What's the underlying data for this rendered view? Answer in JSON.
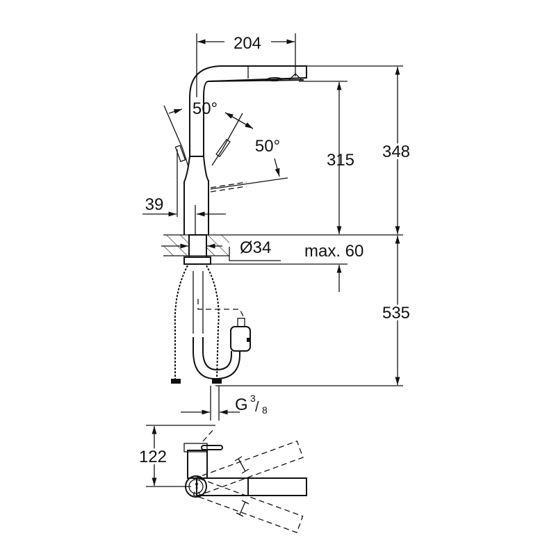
{
  "drawing": {
    "side_view": {
      "spout_reach": "204",
      "lever_angle_left": "50°",
      "lever_angle_right": "50°",
      "spout_height": "315",
      "overall_height": "348",
      "lever_offset": "39",
      "hole_diameter": "Ø34",
      "countertop_thickness": "max. 60",
      "below_counter_length": "535",
      "connection_thread": "G",
      "connection_thread_num": "3",
      "connection_thread_den": "8"
    },
    "top_view": {
      "depth": "122"
    }
  }
}
